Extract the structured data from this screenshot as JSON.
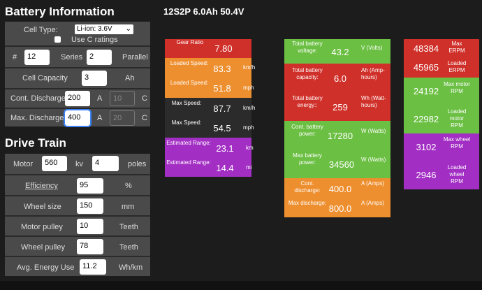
{
  "battery": {
    "heading": "Battery Information",
    "cell_type_label": "Cell Type:",
    "cell_type_value": "Li-ion: 3.6V",
    "use_c_label": "Use C ratings",
    "hash": "#",
    "series_value": "12",
    "series_label": "Series",
    "parallel_value": "2",
    "parallel_label": "Parallel",
    "capacity_label": "Cell Capacity",
    "capacity_value": "3",
    "capacity_unit": "Ah",
    "cont_label": "Cont. Discharge",
    "cont_value": "200",
    "cont_a": "A",
    "cont_c_value": "10",
    "cont_c": "C",
    "max_label": "Max. Discharge",
    "max_value": "400",
    "max_a": "A",
    "max_c_value": "20",
    "max_c": "C"
  },
  "drive": {
    "heading": "Drive Train",
    "motor_label": "Motor",
    "motor_kv": "560",
    "kv_label": "kv",
    "poles_value": "4",
    "poles_label": "poles",
    "eff_label": "Efficiency",
    "eff_value": "95",
    "eff_unit": "%",
    "wheel_label": "Wheel size",
    "wheel_value": "150",
    "wheel_unit": "mm",
    "mpulley_label": "Motor pulley",
    "mpulley_value": "10",
    "mpulley_unit": "Teeth",
    "wpulley_label": "Wheel pulley",
    "wpulley_value": "78",
    "wpulley_unit": "Teeth",
    "energy_label": "Avg. Energy Use",
    "energy_value": "11.2",
    "energy_unit": "Wh/km"
  },
  "config_title": "12S2P 6.0Ah 50.4V",
  "col1": [
    {
      "label": "Gear Ratio",
      "value": "7.80",
      "unit": "",
      "color": "#d0302a"
    },
    {
      "label": "Loaded Speed:",
      "value": "83.3",
      "unit": "km/h",
      "color": "#ee8f2f"
    },
    {
      "label": "Loaded Speed:",
      "value": "51.8",
      "unit": "mph",
      "color": "#ee8f2f"
    },
    {
      "label": "Max Speed:",
      "value": "87.7",
      "unit": "km/h",
      "color": "#2b2b2b"
    },
    {
      "label": "Max Speed:",
      "value": "54.5",
      "unit": "mph",
      "color": "#2b2b2b"
    },
    {
      "label": "Estimated Range:",
      "value": "23.1",
      "unit": "km",
      "color": "#a22ec4"
    },
    {
      "label": "Estimated Range:",
      "value": "14.4",
      "unit": "mi",
      "color": "#a22ec4"
    }
  ],
  "col2": [
    {
      "label": "Total battery voltage:",
      "value": "43.2",
      "unit": "V (Volts)",
      "color": "#6bbf43"
    },
    {
      "label": "Total battery capacity:",
      "value": "6.0",
      "unit": "Ah (Amp-hours)",
      "color": "#d0302a"
    },
    {
      "label": "Total battery energy::",
      "value": "259",
      "unit": "Wh (Watt-hours)",
      "color": "#d0302a"
    },
    {
      "label": "Cont. battery power:",
      "value": "17280",
      "unit": "W (Watts)",
      "color": "#6bbf43"
    },
    {
      "label": "Max battery power:",
      "value": "34560",
      "unit": "W (Watts)",
      "color": "#6bbf43"
    },
    {
      "label": "Cont. discharge:",
      "value": "400.0",
      "unit": "A (Amps)",
      "color": "#ee8f2f"
    },
    {
      "label": "Max discharge:",
      "value": "800.0",
      "unit": "A (Amps)",
      "color": "#ee8f2f"
    }
  ],
  "col3": [
    {
      "label": "Max ERPM",
      "value": "48384",
      "color": "#d0302a"
    },
    {
      "label": "Loaded ERPM",
      "value": "45965",
      "color": "#d0302a"
    },
    {
      "label": "Max motor RPM",
      "value": "24192",
      "color": "#6bbf43"
    },
    {
      "label": "Loaded motor RPM",
      "value": "22982",
      "color": "#6bbf43"
    },
    {
      "label": "Max wheel RPM",
      "value": "3102",
      "color": "#a22ec4"
    },
    {
      "label": "Loaded wheel RPM",
      "value": "2946",
      "color": "#a22ec4"
    }
  ]
}
